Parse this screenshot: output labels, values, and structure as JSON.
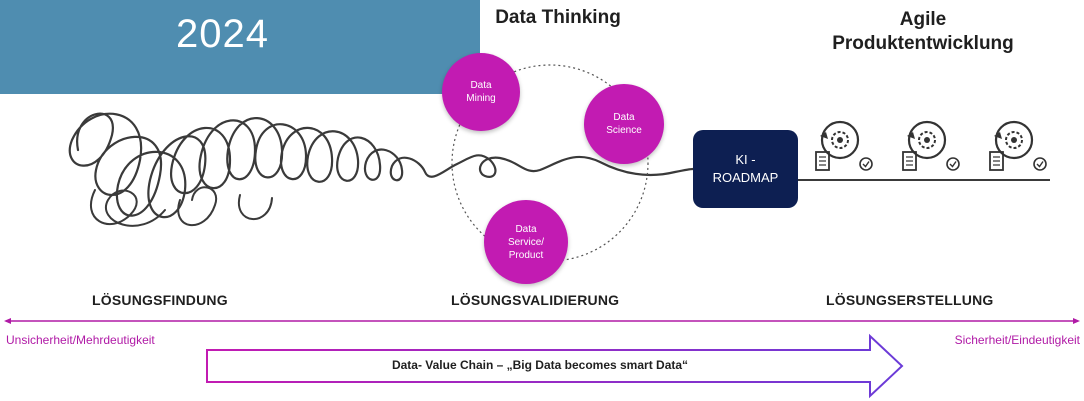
{
  "banner": {
    "year": "2024"
  },
  "headings": {
    "data_thinking": "Data Thinking",
    "agile_line1": "Agile",
    "agile_line2": "Produktentwicklung"
  },
  "bubbles": [
    {
      "label": "Data\nMining"
    },
    {
      "label": "Data\nScience"
    },
    {
      "label": "Data\nService/\nProduct"
    }
  ],
  "roadmap": {
    "label": "KI -\nROADMAP"
  },
  "phases": {
    "finding": "LÖSUNGSFINDUNG",
    "validation": "LÖSUNGSVALIDIERUNG",
    "creation": "LÖSUNGSERSTELLUNG"
  },
  "axis": {
    "left": "Unsicherheit/Mehrdeutigkeit",
    "right": "Sicherheit/Eindeutigkeit"
  },
  "value_chain": {
    "label": "Data- Value Chain – „Big Data becomes smart Data“"
  },
  "colors": {
    "banner": "#4f8db0",
    "magenta": "#c21bb2",
    "navy": "#0d1f52",
    "scribble": "#3a3a3a"
  },
  "icons": [
    "gear-cycle-icon",
    "gear-cycle-icon",
    "gear-cycle-icon"
  ]
}
